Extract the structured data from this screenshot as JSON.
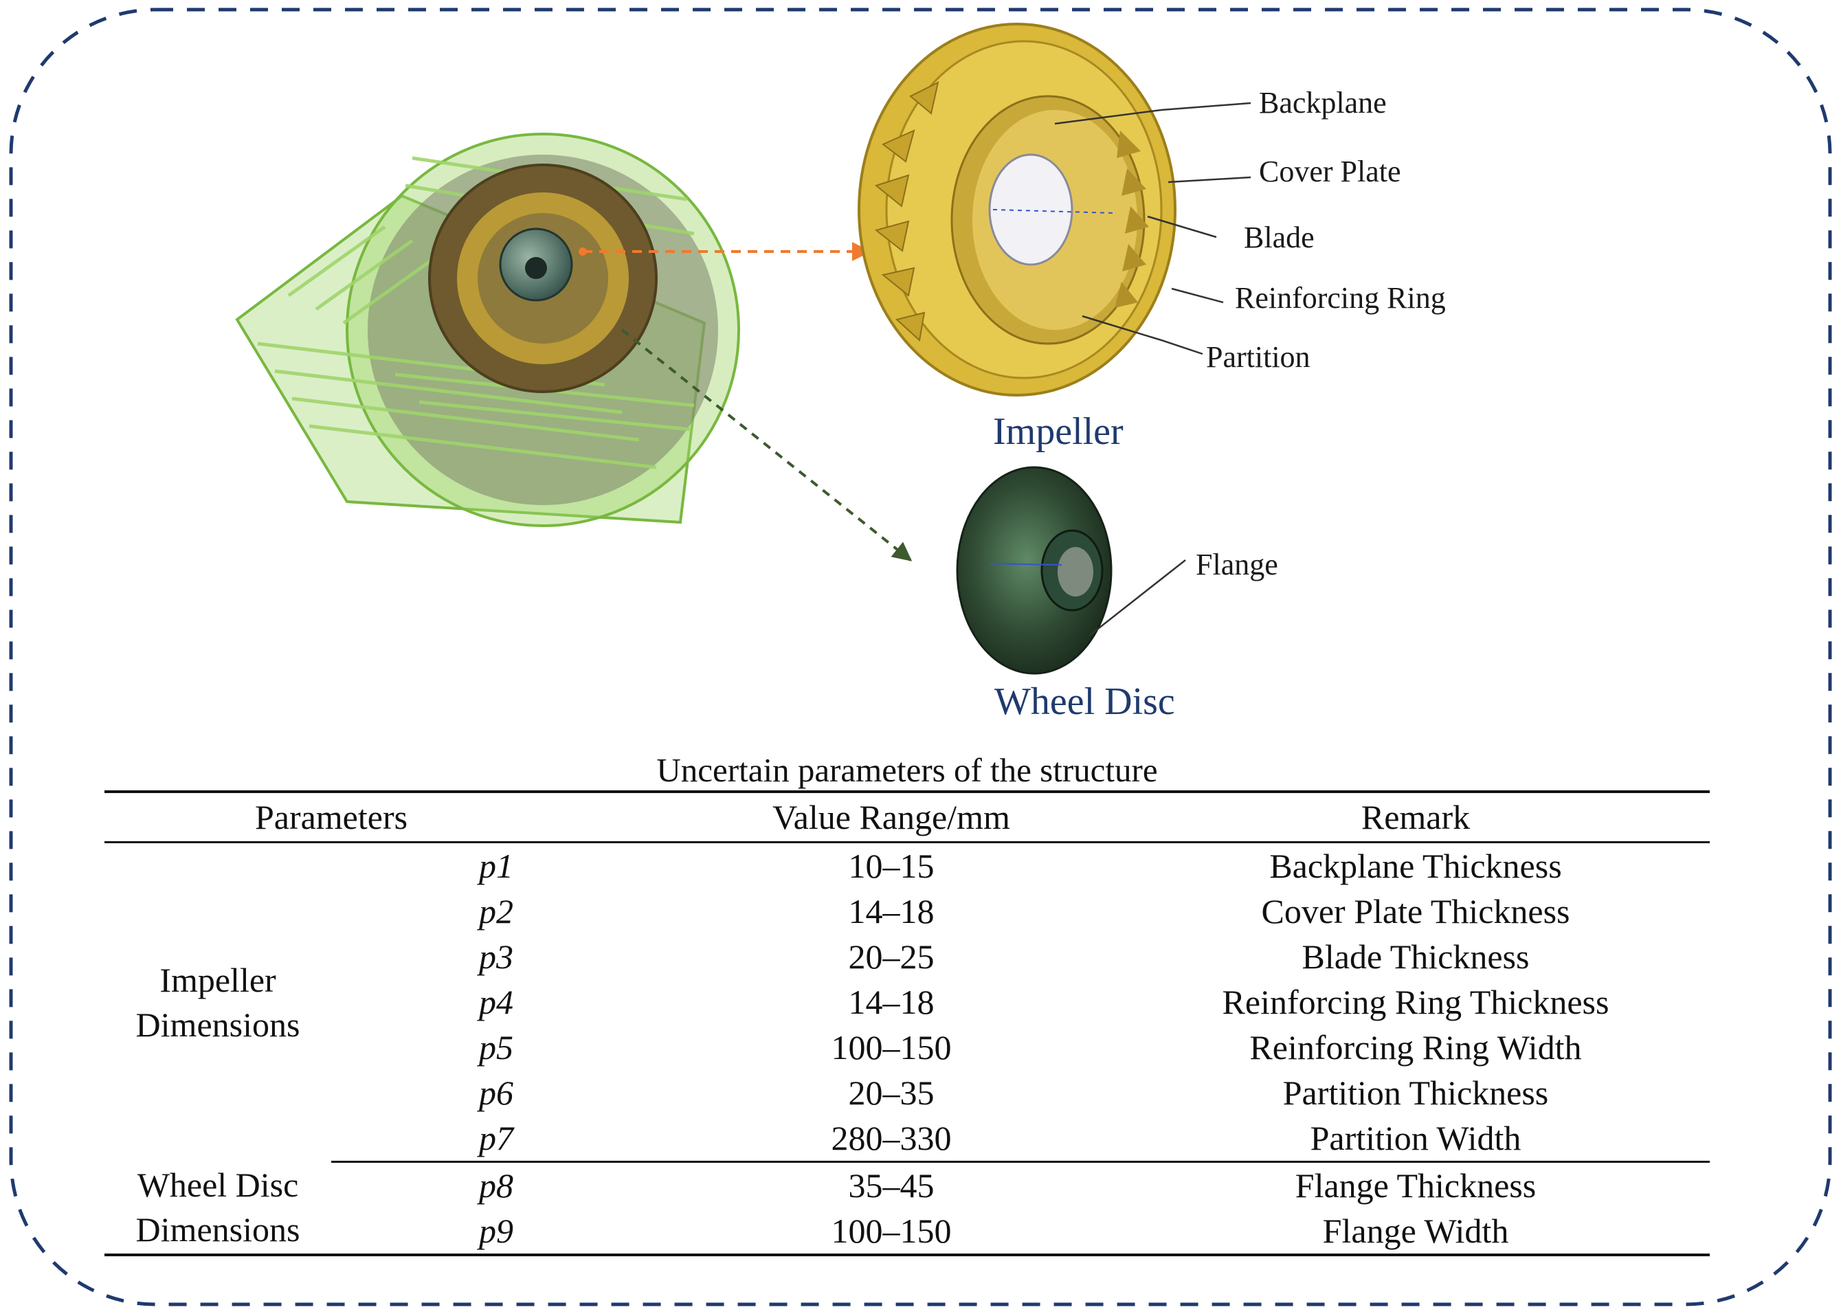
{
  "figure": {
    "impeller_caption": "Impeller",
    "wheel_disc_caption": "Wheel Disc",
    "callouts": {
      "backplane": "Backplane",
      "cover_plate": "Cover Plate",
      "blade": "Blade",
      "reinforcing_ring": "Reinforcing Ring",
      "partition": "Partition",
      "flange": "Flange"
    },
    "colors": {
      "frame": "#1f3a6e",
      "housing": "#9fd46a",
      "impeller": "#d9b83a",
      "disc": "#2f4a33",
      "arrow_impeller": "#f07a2e",
      "arrow_disc": "#3e5a2e"
    }
  },
  "table": {
    "title": "Uncertain parameters of the structure",
    "headers": [
      "Parameters",
      "Value Range/mm",
      "Remark"
    ],
    "groups": [
      "Impeller Dimensions",
      "Wheel Disc Dimensions"
    ],
    "rows": [
      {
        "symbol": "p1",
        "range": "10–15",
        "remark": "Backplane Thickness"
      },
      {
        "symbol": "p2",
        "range": "14–18",
        "remark": "Cover Plate Thickness"
      },
      {
        "symbol": "p3",
        "range": "20–25",
        "remark": "Blade Thickness"
      },
      {
        "symbol": "p4",
        "range": "14–18",
        "remark": "Reinforcing Ring Thickness"
      },
      {
        "symbol": "p5",
        "range": "100–150",
        "remark": "Reinforcing Ring Width"
      },
      {
        "symbol": "p6",
        "range": "20–35",
        "remark": "Partition Thickness"
      },
      {
        "symbol": "p7",
        "range": "280–330",
        "remark": "Partition Width"
      },
      {
        "symbol": "p8",
        "range": "35–45",
        "remark": "Flange Thickness"
      },
      {
        "symbol": "p9",
        "range": "100–150",
        "remark": "Flange Width"
      }
    ]
  }
}
